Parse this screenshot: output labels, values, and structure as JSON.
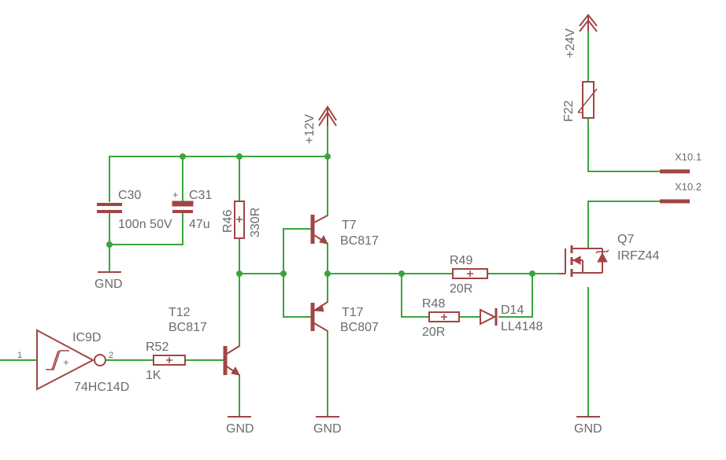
{
  "colors": {
    "wire": "#3aa53a",
    "symbol": "#a04545",
    "text": "#6b6b6b",
    "background": "#ffffff"
  },
  "power": {
    "v12": "+12V",
    "v24": "+24V",
    "gnd": "GND"
  },
  "parts": {
    "c30": {
      "name": "C30",
      "value": "100n 50V"
    },
    "c31": {
      "name": "C31",
      "value": "47u"
    },
    "r46": {
      "name": "R46",
      "value": "330R"
    },
    "t7": {
      "name": "T7",
      "value": "BC817"
    },
    "t17": {
      "name": "T17",
      "value": "BC807"
    },
    "t12": {
      "name": "T12",
      "value": "BC817"
    },
    "r52": {
      "name": "R52",
      "value": "1K"
    },
    "ic9d": {
      "name": "IC9D",
      "value": "74HC14D",
      "pin_in": "1",
      "pin_out": "2"
    },
    "r49": {
      "name": "R49",
      "value": "20R"
    },
    "r48": {
      "name": "R48",
      "value": "20R"
    },
    "d14": {
      "name": "D14",
      "value": "LL4148"
    },
    "q7": {
      "name": "Q7",
      "value": "IRFZ44"
    },
    "f22": {
      "name": "F22"
    },
    "x10_1": {
      "name": "X10.1"
    },
    "x10_2": {
      "name": "X10.2"
    }
  }
}
